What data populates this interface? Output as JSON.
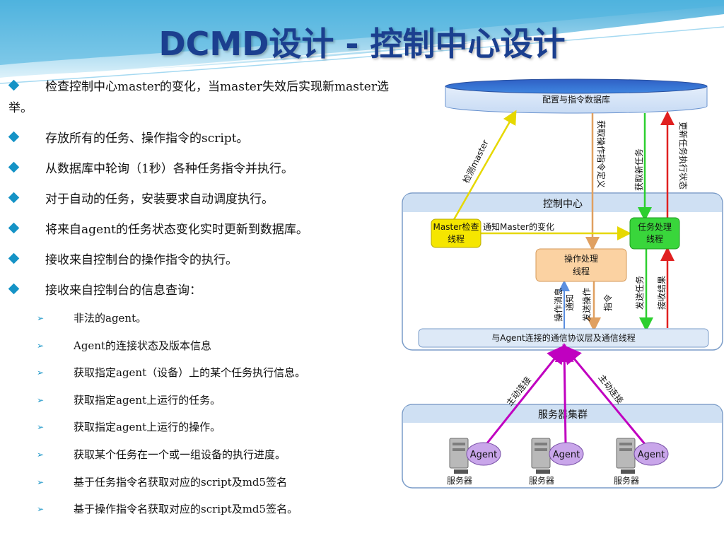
{
  "title": "DCMD设计 - 控制中心设计",
  "bullets": [
    "检查控制中心master的变化，当master失效后实现新master选举。",
    "存放所有的任务、操作指令的script。",
    "从数据库中轮询（1秒）各种任务指令并执行。",
    "对于自动的任务，安装要求自动调度执行。",
    "将来自agent的任务状态变化实时更新到数据库。",
    "接收来自控制台的操作指令的执行。",
    "接收来自控制台的信息查询："
  ],
  "sub_bullets": [
    "非法的agent。",
    "Agent的连接状态及版本信息",
    "获取指定agent（设备）上的某个任务执行信息。",
    "获取指定agent上运行的任务。",
    "获取指定agent上运行的操作。",
    "获取某个任务在一个或一组设备的执行进度。",
    "基于任务指令名获取对应的script及md5签名",
    "基于操作指令名获取对应的script及md5签名。"
  ],
  "diagram": {
    "database": "配置与指令数据库",
    "control_center": "控制中心",
    "master_check": [
      "Master检查",
      "线程"
    ],
    "task_thread": [
      "任务处理",
      "线程"
    ],
    "op_thread": [
      "操作处理",
      "线程"
    ],
    "comm_layer": "与Agent连接的通信协议层及通信线程",
    "server_cluster": "服务器集群",
    "agent": "Agent",
    "server": "服务器",
    "edges": {
      "detect_master": "检测master",
      "fetch_op": "获取操作指令定义",
      "fetch_task": "获取新任务",
      "update_task": "更新任务执行状态",
      "notify_master": "通知Master的变化",
      "op_msg": [
        "操作消息",
        "通知"
      ],
      "send_op": [
        "发送操作",
        "指令"
      ],
      "send_task": "发送任务",
      "recv_result": "接收结果",
      "active_conn": "主动连接"
    },
    "colors": {
      "db": "#2e6ccf",
      "box_fill": "#dde9f7",
      "master": "#f5e600",
      "task": "#39d63b",
      "op": "#fbd2a2",
      "agent": "#c9a6ea",
      "link": "#c000c0"
    }
  }
}
